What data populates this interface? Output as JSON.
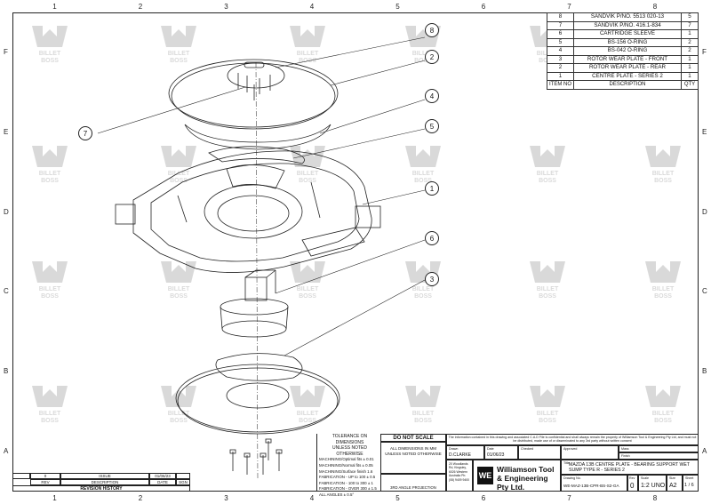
{
  "zones": {
    "columns": [
      "1",
      "2",
      "3",
      "4",
      "5",
      "6",
      "7",
      "8"
    ],
    "rows": [
      "F",
      "E",
      "D",
      "C",
      "B",
      "A"
    ]
  },
  "bom": {
    "header": {
      "item": "ITEM NO",
      "description": "DESCRIPTION",
      "qty": "QTY"
    },
    "rows": [
      {
        "item": "8",
        "description": "SANDVIK P/NO. 5513 020-13",
        "qty": "5"
      },
      {
        "item": "7",
        "description": "SANDVIK P/NO. 416.1-834",
        "qty": "7"
      },
      {
        "item": "6",
        "description": "CARTRIDGE SLEEVE",
        "qty": "1"
      },
      {
        "item": "5",
        "description": "BS-156 O-RING",
        "qty": "2"
      },
      {
        "item": "4",
        "description": "BS-042 O-RING",
        "qty": "2"
      },
      {
        "item": "3",
        "description": "ROTOR WEAR PLATE - FRONT",
        "qty": "1"
      },
      {
        "item": "2",
        "description": "ROTOR WEAR PLATE - REAR",
        "qty": "1"
      },
      {
        "item": "1",
        "description": "CENTRE PLATE - SERIES 2",
        "qty": "1"
      }
    ]
  },
  "balloons": [
    "8",
    "2",
    "4",
    "5",
    "7",
    "1",
    "6",
    "3"
  ],
  "watermark": {
    "line1": "BILLET",
    "line2": "BOSS"
  },
  "tolerance": {
    "title": "TOLERANCE ON DIMENSIONS",
    "subtitle": "UNLESS NOTED OTHERWISE",
    "lines": [
      "MACHINING/Optimal fits   ± 0.01",
      "MACHINING/Normal fits   ± 0.05",
      "MACHINING/Surface finish   1.6",
      "FABRICATION - UP to 100   ± 0.5",
      "FABRICATION - 100 to 300   ± 1",
      "FABRICATION - OVER 300   ± 1.5",
      "ALL ANGLES   ± 0.5°"
    ]
  },
  "title_block": {
    "do_not_scale": "DO NOT SCALE",
    "dims_note": "ALL DIMENSIONS IN MM UNLESS NOTED OTHERWISE",
    "projection": "3RD ANGLE PROJECTION",
    "confidential": "The information contained in this drawing and associated C.A.D File is confidential and shall always remain the property of Williamson Tool & Engineering Pty Ltd, and must not be distributed, made use of or disseminated to any 3rd party without written consent",
    "drawn_label": "Drawn",
    "date_label": "Date",
    "checked_label": "Checked",
    "approved_label": "Approved",
    "drawn_by": "D.CLARKE",
    "date": "01/06/23",
    "company": "Williamson Tool & Engineering Pty Ltd.",
    "logo_text": "WE",
    "address": "20 Woodlands Rd, Kingsley, 6026 Western Australia Ph:(08) 9409 9400",
    "title_label": "Title",
    "title": "MAZDA 13B CENTRE PLATE - BEARING SUPPORT WET SUMP TYPE R - SERIES 2",
    "drawing_no_label": "Drawing No.",
    "drawing_no": "WE-MAZ-13B-CPR-BS-S2-GA",
    "rev_label": "Rev",
    "rev": "0",
    "scale_label": "Scale",
    "scale": "1:2 UNO",
    "size_label": "Size",
    "size": "A2",
    "sheet_label": "Sheet",
    "sheet": "1 / 6",
    "mass_label": "Mass",
    "finish_label": "Finish"
  },
  "revision": {
    "title": "REVISION HISTORY",
    "headers": [
      "REV",
      "DESCRIPTION",
      "DATE",
      "SGN"
    ],
    "row": {
      "rev": "0",
      "description": "ISSUE",
      "date": "01/06/23"
    }
  }
}
